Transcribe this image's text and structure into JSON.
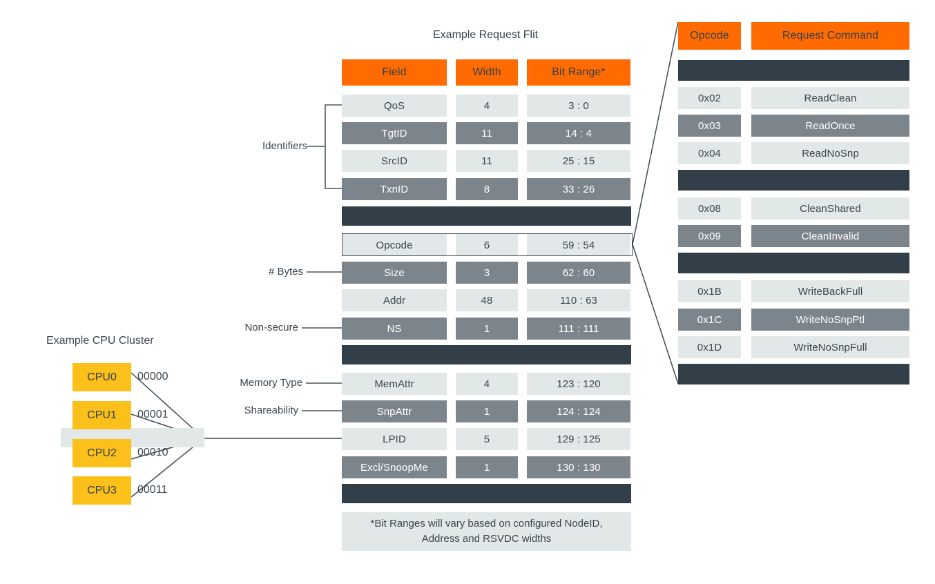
{
  "diagram": {
    "flit_title": "Example Request Flit",
    "cluster_title": "Example CPU Cluster"
  },
  "flit_table": {
    "headers": {
      "field": "Field",
      "width": "Width",
      "bit_range": "Bit Range*"
    },
    "rows": [
      {
        "field": "QoS",
        "width": "4",
        "bit_range": "3 : 0",
        "style": "light"
      },
      {
        "field": "TgtID",
        "width": "11",
        "bit_range": "14 : 4",
        "style": "mid"
      },
      {
        "field": "SrcID",
        "width": "11",
        "bit_range": "25 : 15",
        "style": "light"
      },
      {
        "field": "TxnID",
        "width": "8",
        "bit_range": "33 : 26",
        "style": "mid"
      },
      {
        "field": "",
        "width": "",
        "bit_range": "",
        "style": "dark"
      },
      {
        "field": "Opcode",
        "width": "6",
        "bit_range": "59 : 54",
        "style": "light"
      },
      {
        "field": "Size",
        "width": "3",
        "bit_range": "62 : 60",
        "style": "mid"
      },
      {
        "field": "Addr",
        "width": "48",
        "bit_range": "110 : 63",
        "style": "light"
      },
      {
        "field": "NS",
        "width": "1",
        "bit_range": "111 : 111",
        "style": "mid"
      },
      {
        "field": "",
        "width": "",
        "bit_range": "",
        "style": "dark"
      },
      {
        "field": "MemAttr",
        "width": "4",
        "bit_range": "123 : 120",
        "style": "light"
      },
      {
        "field": "SnpAttr",
        "width": "1",
        "bit_range": "124 : 124",
        "style": "mid"
      },
      {
        "field": "LPID",
        "width": "5",
        "bit_range": "129 : 125",
        "style": "light"
      },
      {
        "field": "Excl/SnoopMe",
        "width": "1",
        "bit_range": "130 : 130",
        "style": "mid"
      },
      {
        "field": "",
        "width": "",
        "bit_range": "",
        "style": "dark"
      }
    ],
    "footnote": "*Bit Ranges will vary based on configured NodeID, Address and RSVDC widths"
  },
  "annotations": [
    {
      "label": "Identifiers",
      "kind": "bracket"
    },
    {
      "label": "# Bytes",
      "kind": "leader"
    },
    {
      "label": "Non-secure",
      "kind": "leader"
    },
    {
      "label": "Memory Type",
      "kind": "leader"
    },
    {
      "label": "Shareability",
      "kind": "leader"
    }
  ],
  "opcode_table": {
    "headers": {
      "opcode": "Opcode",
      "command": "Request Command"
    },
    "rows": [
      {
        "opcode": "",
        "command": "",
        "style": "dark"
      },
      {
        "opcode": "0x02",
        "command": "ReadClean",
        "style": "light"
      },
      {
        "opcode": "0x03",
        "command": "ReadOnce",
        "style": "mid"
      },
      {
        "opcode": "0x04",
        "command": "ReadNoSnp",
        "style": "light"
      },
      {
        "opcode": "",
        "command": "",
        "style": "dark"
      },
      {
        "opcode": "0x08",
        "command": "CleanShared",
        "style": "light"
      },
      {
        "opcode": "0x09",
        "command": "CleanInvalid",
        "style": "mid"
      },
      {
        "opcode": "",
        "command": "",
        "style": "dark"
      },
      {
        "opcode": "0x1B",
        "command": "WriteBackFull",
        "style": "light"
      },
      {
        "opcode": "0x1C",
        "command": "WriteNoSnpPtl",
        "style": "mid"
      },
      {
        "opcode": "0x1D",
        "command": "WriteNoSnpFull",
        "style": "light"
      },
      {
        "opcode": "",
        "command": "",
        "style": "dark"
      }
    ]
  },
  "cpu_cluster": {
    "cpus": [
      {
        "name": "CPU0",
        "id": "00000"
      },
      {
        "name": "CPU1",
        "id": "00001"
      },
      {
        "name": "CPU2",
        "id": "00010"
      },
      {
        "name": "CPU3",
        "id": "00011"
      }
    ]
  },
  "colors": {
    "accent_orange": "#FF6B00",
    "dark_slate": "#333F48",
    "mid_gray": "#7D858C",
    "light_gray": "#E2E8E8",
    "cpu_yellow": "#FBC01A",
    "text": "#3a444e",
    "line": "#3f4a54"
  }
}
